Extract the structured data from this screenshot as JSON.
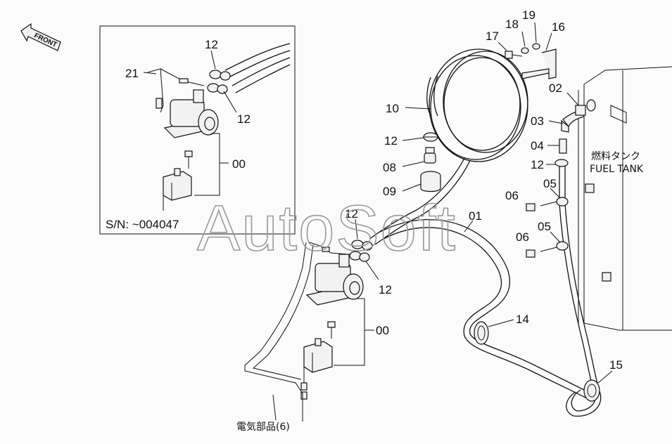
{
  "direction_label": "FRONT",
  "serial_note": "S/N: ~004047",
  "fuel_tank_jp": "燃料タンク",
  "fuel_tank_en": "FUEL TANK",
  "electrical_ref": "電気部品(6)",
  "watermark": "AutoSoft",
  "callouts": {
    "c00a": "00",
    "c00b": "00",
    "c01": "01",
    "c02": "02",
    "c03": "03",
    "c04": "04",
    "c05a": "05",
    "c05b": "05",
    "c06a": "06",
    "c06b": "06",
    "c08": "08",
    "c09": "09",
    "c10": "10",
    "c12a": "12",
    "c12b": "12",
    "c12c": "12",
    "c12d": "12",
    "c12e": "12",
    "c12f": "12",
    "c14": "14",
    "c15": "15",
    "c16": "16",
    "c17": "17",
    "c18": "18",
    "c19": "19",
    "c21": "21"
  },
  "colors": {
    "line": "#111111",
    "background": "#fbfbfb",
    "watermark": "#999999"
  }
}
